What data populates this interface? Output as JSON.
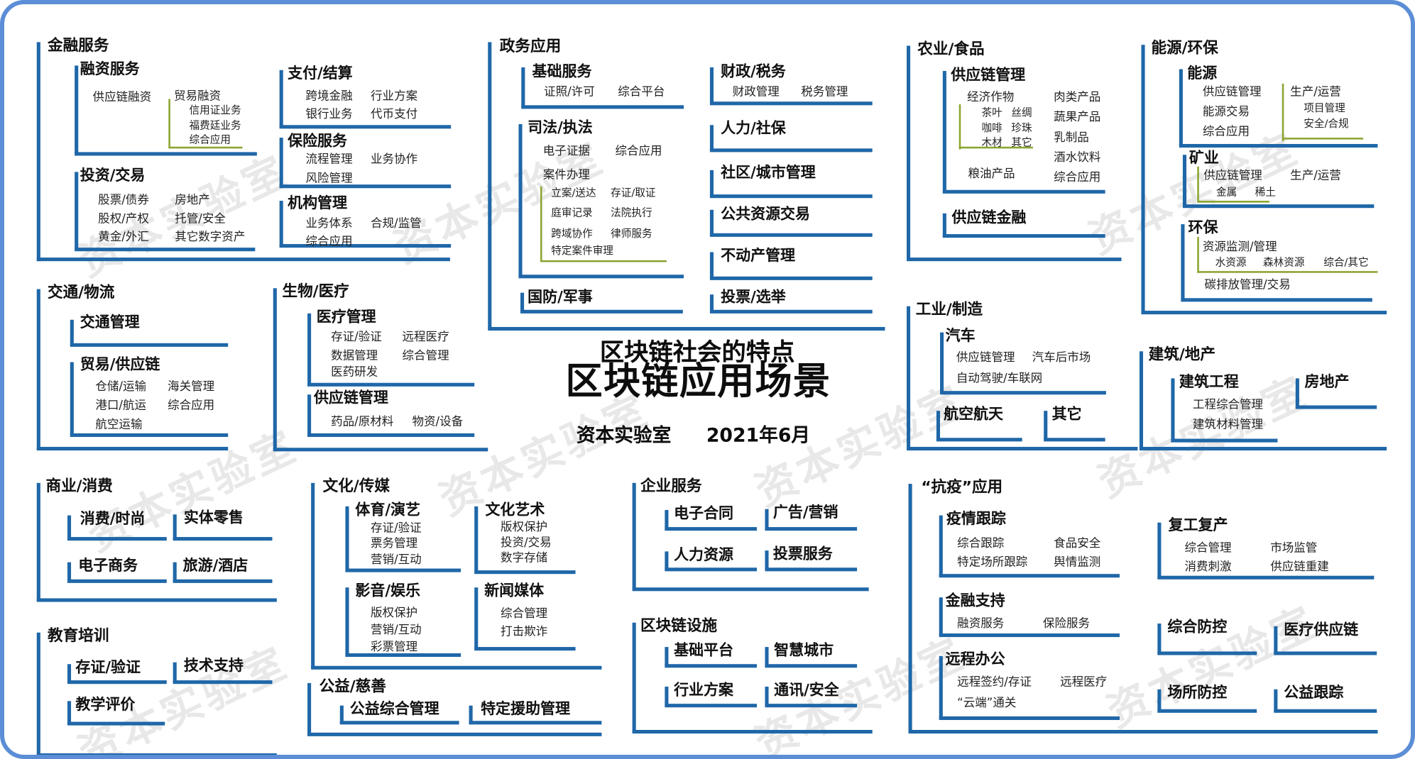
{
  "center": {
    "subtitle": "区块链社会的特点",
    "title": "区块链应用场景",
    "author": "资本实验室",
    "date": "2021年6月"
  },
  "watermark": {
    "text": "资本实验室"
  },
  "colors": {
    "branch_line": "#1f67a8",
    "sub_line": "#8aa52f",
    "frame": "#5b8ed6"
  },
  "labels": {
    "l0": "金融服务",
    "l1": "融资服务",
    "l2": "供应链融资",
    "l3": "贸易融资",
    "l4": "信用证业务",
    "l5": "福费廷业务",
    "l6": "综合应用",
    "l7": "投资/交易",
    "l8": "股票/债券",
    "l9": "房地产",
    "l10": "股权/产权",
    "l11": "托管/安全",
    "l12": "黄金/外汇",
    "l13": "其它数字资产",
    "l14": "支付/结算",
    "l15": "跨境金融",
    "l16": "行业方案",
    "l17": "银行业务",
    "l18": "代币支付",
    "l19": "保险服务",
    "l20": "流程管理",
    "l21": "业务协作",
    "l22": "风险管理",
    "l23": "机构管理",
    "l24": "业务体系",
    "l25": "合规/监管",
    "l26": "综合应用",
    "l27": "政务应用",
    "l28": "基础服务",
    "l29": "证照/许可",
    "l30": "综合平台",
    "l31": "司法/执法",
    "l32": "电子证据",
    "l33": "综合应用",
    "l34": "案件办理",
    "l35": "立案/送达",
    "l36": "存证/取证",
    "l37": "庭审记录",
    "l38": "法院执行",
    "l39": "跨域协作",
    "l40": "律师服务",
    "l41": "特定案件审理",
    "l42": "国防/军事",
    "l43": "财政/税务",
    "l44": "财政管理",
    "l45": "税务管理",
    "l46": "人力/社保",
    "l47": "社区/城市管理",
    "l48": "公共资源交易",
    "l49": "不动产管理",
    "l50": "投票/选举",
    "l51": "农业/食品",
    "l52": "供应链管理",
    "l53": "经济作物",
    "l54": "茶叶",
    "l55": "丝绸",
    "l56": "咖啡",
    "l57": "珍珠",
    "l58": "木材",
    "l59": "其它",
    "l60": "粮油产品",
    "l61": "肉类产品",
    "l62": "蔬果产品",
    "l63": "乳制品",
    "l64": "酒水饮料",
    "l65": "综合应用",
    "l66": "供应链金融",
    "l67": "能源/环保",
    "l68": "能源",
    "l69": "供应链管理",
    "l70": "能源交易",
    "l71": "综合应用",
    "l72": "生产/运营",
    "l73": "项目管理",
    "l74": "安全/合规",
    "l75": "矿业",
    "l76": "供应链管理",
    "l77": "生产/运营",
    "l78": "金属",
    "l79": "稀土",
    "l80": "环保",
    "l81": "资源监测/管理",
    "l82": "水资源",
    "l83": "森林资源",
    "l84": "综合/其它",
    "l85": "碳排放管理/交易",
    "l86": "交通/物流",
    "l87": "交通管理",
    "l88": "贸易/供应链",
    "l89": "仓储/运输",
    "l90": "海关管理",
    "l91": "港口/航运",
    "l92": "综合应用",
    "l93": "航空运输",
    "l94": "生物/医疗",
    "l95": "医疗管理",
    "l96": "存证/验证",
    "l97": "远程医疗",
    "l98": "数据管理",
    "l99": "综合管理",
    "l100": "医药研发",
    "l101": "供应链管理",
    "l102": "药品/原材料",
    "l103": "物资/设备",
    "l104": "工业/制造",
    "l105": "汽车",
    "l106": "供应链管理",
    "l107": "汽车后市场",
    "l108": "自动驾驶/车联网",
    "l109": "航空航天",
    "l110": "其它",
    "l111": "建筑/地产",
    "l112": "建筑工程",
    "l113": "工程综合管理",
    "l114": "建筑材料管理",
    "l115": "房地产",
    "l116": "商业/消费",
    "l117": "消费/时尚",
    "l118": "实体零售",
    "l119": "电子商务",
    "l120": "旅游/酒店",
    "l121": "教育培训",
    "l122": "存证/验证",
    "l123": "技术支持",
    "l124": "教学评价",
    "l125": "文化/传媒",
    "l126": "体育/演艺",
    "l127": "存证/验证",
    "l128": "票务管理",
    "l129": "营销/互动",
    "l130": "文化艺术",
    "l131": "版权保护",
    "l132": "投资/交易",
    "l133": "数字存储",
    "l134": "影音/娱乐",
    "l135": "版权保护",
    "l136": "营销/互动",
    "l137": "彩票管理",
    "l138": "新闻媒体",
    "l139": "综合管理",
    "l140": "打击欺诈",
    "l141": "公益/慈善",
    "l142": "公益综合管理",
    "l143": "特定援助管理",
    "l144": "企业服务",
    "l145": "电子合同",
    "l146": "广告/营销",
    "l147": "人力资源",
    "l148": "投票服务",
    "l149": "区块链设施",
    "l150": "基础平台",
    "l151": "智慧城市",
    "l152": "行业方案",
    "l153": "通讯/安全",
    "l154": "“抗疫”应用",
    "l155": "疫情跟踪",
    "l156": "综合跟踪",
    "l157": "食品安全",
    "l158": "特定场所跟踪",
    "l159": "舆情监测",
    "l160": "金融支持",
    "l161": "融资服务",
    "l162": "保险服务",
    "l163": "远程办公",
    "l164": "远程签约/存证",
    "l165": "远程医疗",
    "l166": "“云端”通关",
    "l167": "复工复产",
    "l168": "综合管理",
    "l169": "市场监管",
    "l170": "消费刺激",
    "l171": "供应链重建",
    "l172": "综合防控",
    "l173": "医疗供应链",
    "l174": "场所防控",
    "l175": "公益跟踪"
  }
}
